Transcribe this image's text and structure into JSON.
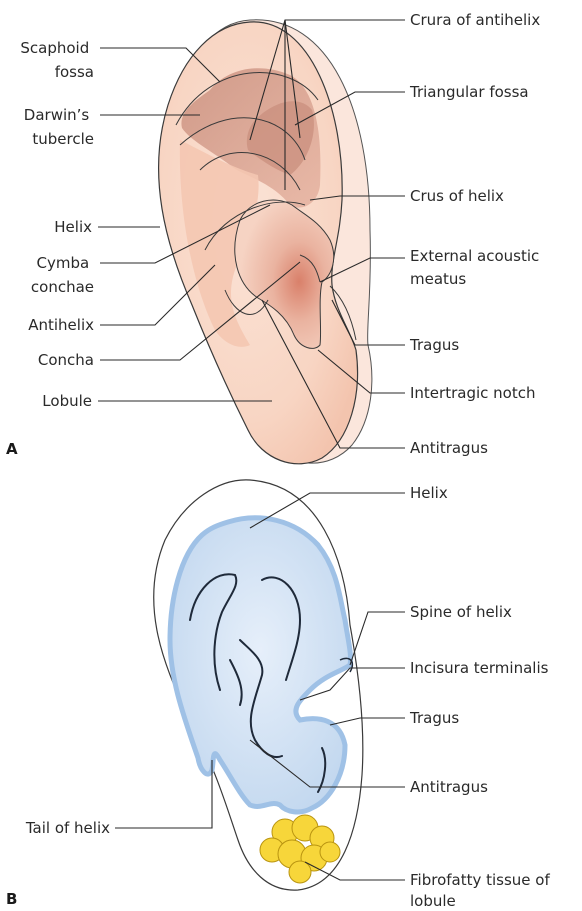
{
  "panel_a": {
    "letter": "A",
    "labels_left": {
      "scaphoid_fossa": [
        "Scaphoid",
        "fossa"
      ],
      "darwins_tubercle": [
        "Darwin’s",
        "tubercle"
      ],
      "helix": [
        "Helix"
      ],
      "cymba_conchae": [
        "Cymba",
        "conchae"
      ],
      "antihelix": [
        "Antihelix"
      ],
      "concha": [
        "Concha"
      ],
      "lobule": [
        "Lobule"
      ]
    },
    "labels_right": {
      "crura_of_antihelix": [
        "Crura of antihelix"
      ],
      "triangular_fossa": [
        "Triangular fossa"
      ],
      "crus_of_helix": [
        "Crus of helix"
      ],
      "external_acoustic_meatus": [
        "External acoustic",
        "meatus"
      ],
      "tragus": [
        "Tragus"
      ],
      "intertragic_notch": [
        "Intertragic notch"
      ],
      "antitragus": [
        "Antitragus"
      ]
    }
  },
  "panel_b": {
    "letter": "B",
    "labels_left": {
      "tail_of_helix": [
        "Tail of helix"
      ]
    },
    "labels_right": {
      "helix": [
        "Helix"
      ],
      "spine_of_helix": [
        "Spine of helix"
      ],
      "incisura_terminalis": [
        "Incisura terminalis"
      ],
      "tragus": [
        "Tragus"
      ],
      "antitragus": [
        "Antitragus"
      ],
      "fibrofatty_tissue": [
        "Fibrofatty tissue of",
        "lobule"
      ]
    }
  },
  "colors": {
    "skin": "#f6cdb8",
    "skin_dark": "#d9917a",
    "cartilage": "#cfe0f2",
    "cartilage_edge": "#9fc1e6",
    "fat": "#f7d63a"
  }
}
